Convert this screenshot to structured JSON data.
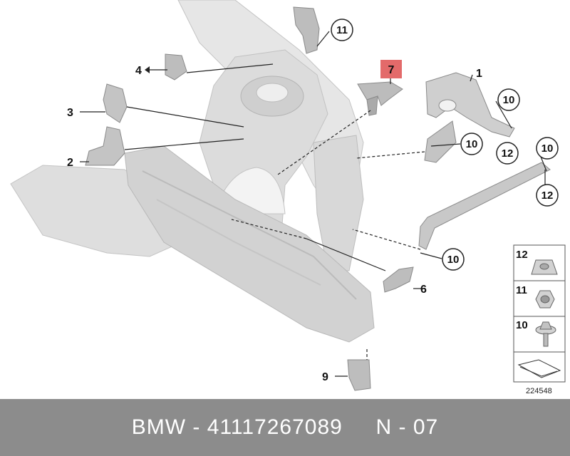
{
  "diagram": {
    "labels": {
      "p1": "1",
      "p2": "2",
      "p3": "3",
      "p4": "4",
      "p6": "6",
      "p7": "7",
      "p9": "9",
      "p11": "11",
      "c10a": "10",
      "c10b": "10",
      "c10c": "10",
      "c10d": "10",
      "c12a": "12",
      "c12b": "12"
    },
    "legend": {
      "l12": "12",
      "l11": "11",
      "l10": "10"
    },
    "diagram_id": "224548",
    "highlight_color": "#e36a6a"
  },
  "footer": {
    "text": "BMW - 41117267089     N - 07",
    "background": "#8c8c8c"
  }
}
